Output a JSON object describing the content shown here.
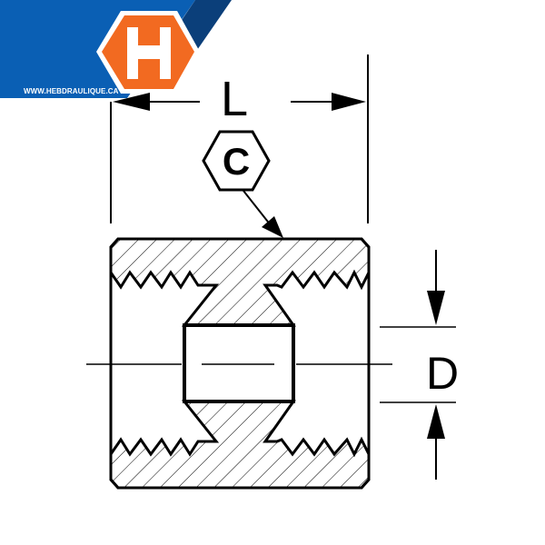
{
  "logo": {
    "letter": "H",
    "url": "WWW.HEBDRAULIQUE.CA"
  },
  "colors": {
    "brand_blue": "#0a5fb4",
    "brand_dark_blue": "#0b3f7a",
    "brand_orange": "#f26a21",
    "line": "#000000"
  },
  "dimensions": {
    "length_label": "L",
    "hex_label": "C",
    "diameter_label": "D"
  }
}
